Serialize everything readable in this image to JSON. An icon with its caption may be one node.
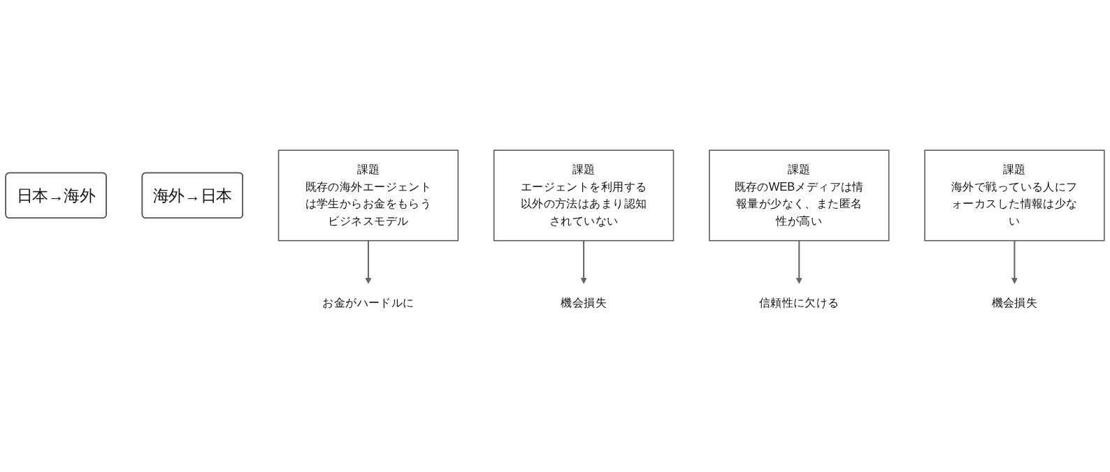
{
  "diagram": {
    "nodes": [
      {
        "text": [
          "日本→海外"
        ]
      },
      {
        "text": [
          "海外→日本"
        ]
      },
      {
        "text": [
          "課題",
          "既存の海外エージェントは学生からお金をもらうビジネスモデル"
        ]
      },
      {
        "text": [
          "課題",
          "エージェントを利用する以外の方法はあまり認知されていない"
        ]
      },
      {
        "text": [
          "課題",
          "既存のWEBメディアは情報量が少なく、また匿名性が高い"
        ]
      },
      {
        "text": [
          "課題",
          "海外で戦っている人にフォーカスした情報は少ない"
        ]
      },
      {
        "text": [
          "お金がハードルに"
        ]
      },
      {
        "text": [
          "機会損失"
        ]
      },
      {
        "text": [
          "信頼性に欠ける"
        ]
      },
      {
        "text": [
          "機会損失"
        ]
      }
    ],
    "edges": [
      {
        "from": 2,
        "to": 6,
        "arrow": "to"
      },
      {
        "from": 3,
        "to": 7,
        "arrow": "to"
      },
      {
        "from": 4,
        "to": 8,
        "arrow": "to"
      },
      {
        "from": 5,
        "to": 9,
        "arrow": "to"
      }
    ]
  }
}
